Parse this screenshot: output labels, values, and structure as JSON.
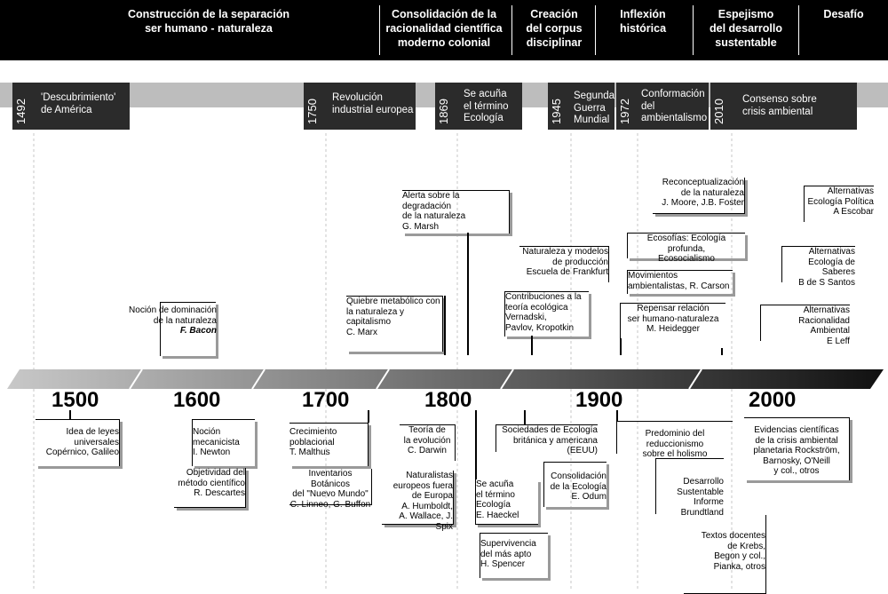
{
  "periods": [
    {
      "label": "Construcción de la separación\nser humano - naturaleza"
    },
    {
      "label": "Consolidación de la\nracionalidad científica\nmoderno colonial"
    },
    {
      "label": "Creación\ndel corpus\ndisciplinar"
    },
    {
      "label": "Inflexión\nhistórica"
    },
    {
      "label": "Espejismo\ndel desarrollo\nsustentable"
    },
    {
      "label": "Desafío"
    }
  ],
  "milestones": [
    {
      "year": "1492",
      "text": "'Descubrimiento'\nde América"
    },
    {
      "year": "1750",
      "text": "Revolución\nindustrial europea"
    },
    {
      "year": "1869",
      "text": "Se acuña\nel término\nEcología"
    },
    {
      "year": "1945",
      "text": "Segunda\nGuerra\nMundial"
    },
    {
      "year": "1972",
      "text": "Conformación\ndel\nambientalismo"
    },
    {
      "year": "2010",
      "text": "Consenso sobre\ncrisis ambiental"
    }
  ],
  "centuries": [
    "1500",
    "1600",
    "1700",
    "1800",
    "1900",
    "2000"
  ],
  "colors": {
    "header": "#000000",
    "milestone_band": "#bdbdbd",
    "milestone_box": "#2b2b2b",
    "arrow_start": "#c8c8c8",
    "arrow_end": "#111111"
  },
  "events_above": [
    {
      "text": "Noción de dominación\nde la naturaleza",
      "author": "F. Bacon"
    },
    {
      "text": "Quiebre metabólico con\nla naturaleza y capitalismo\nC. Marx"
    },
    {
      "text": "Alerta sobre la degradación\nde la naturaleza\nG. Marsh"
    },
    {
      "text": "Naturaleza y modelos\nde producción\nEscuela de Frankfurt"
    },
    {
      "text": "Contribuciones a la\nteoría ecológica\nVernadski,\nPavlov, Kropotkin"
    },
    {
      "text": "Reconceptualización\nde la naturaleza\nJ. Moore, J.B. Foster"
    },
    {
      "text": "Ecosofías: Ecología profunda,\nEcosocialismo"
    },
    {
      "text": "Movimientos\nambientalistas, R. Carson"
    },
    {
      "text": "Repensar relación\nser humano-naturaleza\nM. Heidegger"
    },
    {
      "text": "Alternativas\nEcología Política\nA Escobar"
    },
    {
      "text": "Alternativas\nEcología de Saberes\nB de S Santos"
    },
    {
      "text": "Alternativas\nRacionalidad Ambiental\nE Leff"
    }
  ],
  "events_below": [
    {
      "text": "Idea de leyes\nuniversales\nCopérnico, Galileo"
    },
    {
      "text": "Noción\nmecanicista\nI. Newton"
    },
    {
      "text": "Objetividad del\nmétodo científico\nR. Descartes"
    },
    {
      "text": "Crecimiento\npoblacional\nT. Malthus"
    },
    {
      "text": "Inventarios Botánicos\ndel \"Nuevo Mundo\"\nC. Linneo, G. Buffon"
    },
    {
      "text": "Teoría de\nla evolución\nC. Darwin"
    },
    {
      "text": "Naturalistas\neuropeos fuera\nde Europa\nA. Humboldt,\nA. Wallace, J. Spix"
    },
    {
      "text": "Sociedades de Ecología\nbritánica y americana (EEUU)"
    },
    {
      "text": "Se acuña\nel término\nEcología\nE. Haeckel"
    },
    {
      "text": "Consolidación\nde la Ecología\nE. Odum"
    },
    {
      "text": "Supervivencia\ndel más apto\nH. Spencer"
    },
    {
      "text": "Predominio del reduccionismo\nsobre el holismo"
    },
    {
      "text": "Desarrollo\nSustentable\nInforme Brundtland"
    },
    {
      "text": "Textos docentes\nde Krebs,\nBegon y col.,\nPianka, otros"
    },
    {
      "text": "Evidencias científicas\nde la crisis ambiental\nplanetaria Rockström,\nBarnosky, O'Neill\ny col., otros"
    }
  ]
}
